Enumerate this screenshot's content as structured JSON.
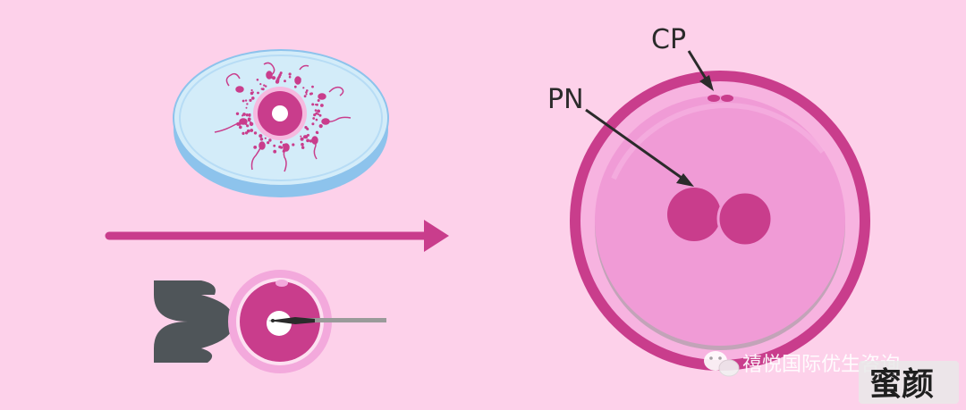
{
  "labels": {
    "pn": "PN",
    "cp": "CP"
  },
  "watermark": {
    "source": "禧悦国际优生咨询",
    "brand": "蜜颜",
    "icon": "wechat-icon"
  },
  "colors": {
    "background": "#fdd1ea",
    "magenta": "#c93d8c",
    "dish": "#d3ecf9",
    "dish_edge": "#8dc3ec",
    "cytoplasm": "#f09bd6",
    "pronucleus": "#c93d8c",
    "tool": "#4f5559"
  }
}
